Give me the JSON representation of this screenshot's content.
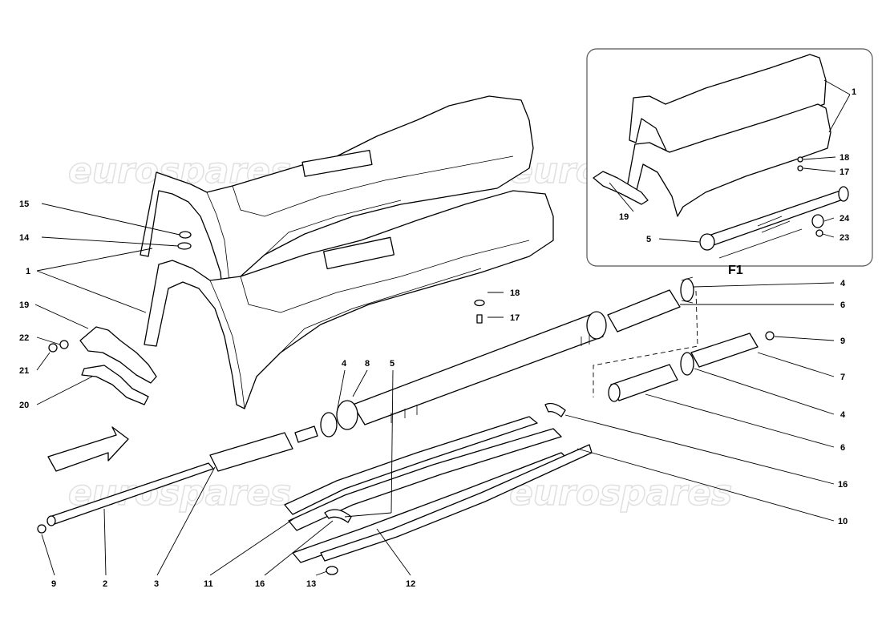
{
  "watermark": "eurospares",
  "inset": {
    "title": "F1"
  },
  "callouts": {
    "c15": "15",
    "c14": "14",
    "c1": "1",
    "c19": "19",
    "c22": "22",
    "c21": "21",
    "c20": "20",
    "c18": "18",
    "c17": "17",
    "c4a": "4",
    "c6a": "6",
    "c9a": "9",
    "c7": "7",
    "c4b": "4",
    "c6b": "6",
    "c4c": "4",
    "c8": "8",
    "c5": "5",
    "c16a": "16",
    "c10": "10",
    "c9b": "9",
    "c2": "2",
    "c3": "3",
    "c11": "11",
    "c16b": "16",
    "c13": "13",
    "c12": "12",
    "i1": "1",
    "i18": "18",
    "i17": "17",
    "i19": "19",
    "i24": "24",
    "i5": "5",
    "i23": "23"
  },
  "colors": {
    "line": "#000000",
    "background": "#ffffff",
    "watermark": "#e0e0e0",
    "inset_border": "#555555"
  }
}
